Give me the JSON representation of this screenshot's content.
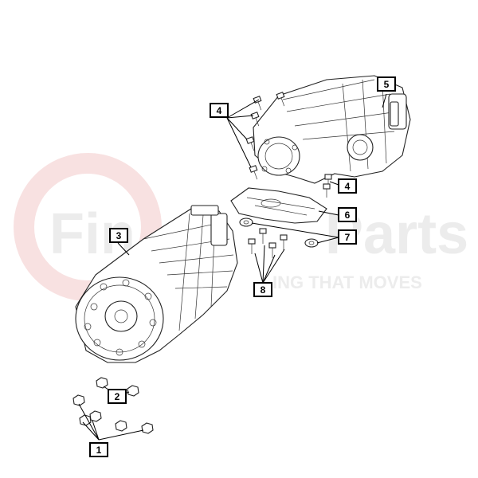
{
  "watermark": {
    "brand_a": "Fin",
    "brand_b": "Parts",
    "tagline": "ING THAT MOVES"
  },
  "callouts": [
    {
      "id": "c1",
      "label": "1"
    },
    {
      "id": "c2",
      "label": "2"
    },
    {
      "id": "c3",
      "label": "3"
    },
    {
      "id": "c4a",
      "label": "4"
    },
    {
      "id": "c4b",
      "label": "4"
    },
    {
      "id": "c5",
      "label": "5"
    },
    {
      "id": "c6",
      "label": "6"
    },
    {
      "id": "c7",
      "label": "7"
    },
    {
      "id": "c8",
      "label": "8"
    }
  ],
  "colors": {
    "watermark": "#ececec",
    "watermark_accent": "#f2c9c9",
    "line": "#000000"
  }
}
